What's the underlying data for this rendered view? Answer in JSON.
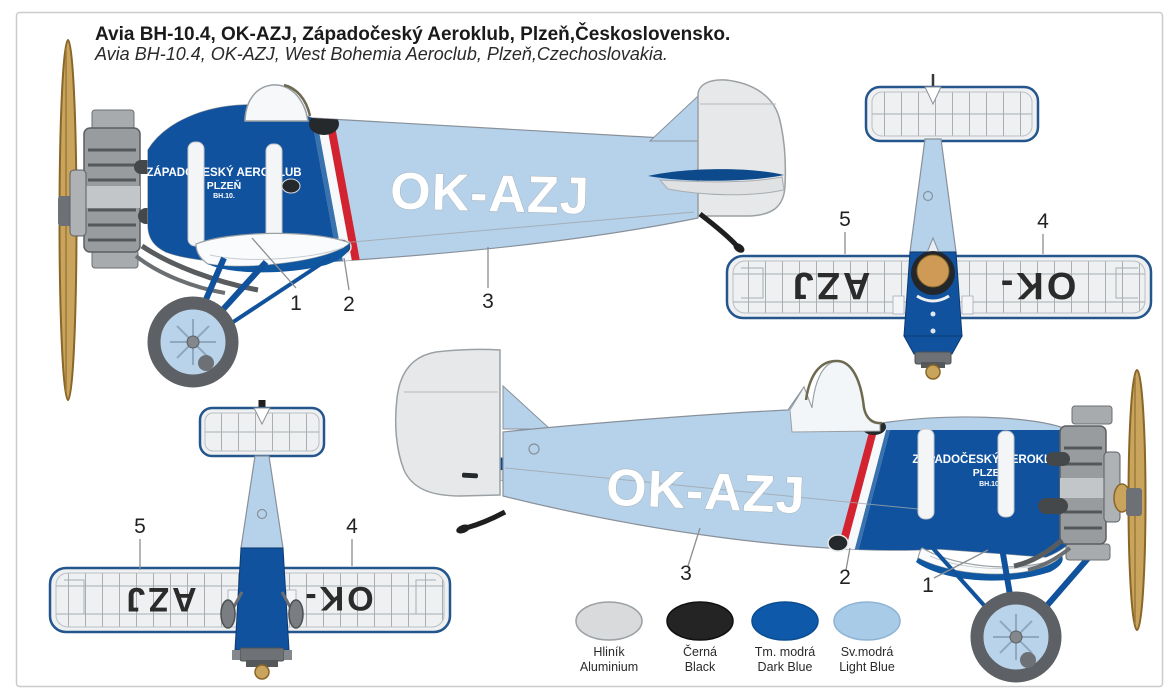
{
  "title": {
    "czech": "Avia BH-10.4, OK-AZJ, Západočeský Aeroklub, Plzeň,Československo.",
    "english": "Avia BH-10.4, OK-AZJ, West Bohemia Aeroclub, Plzeň,Czechoslovakia."
  },
  "markings": {
    "registration": "OK-AZJ",
    "wing_left": "AZJ",
    "wing_right": "OK-",
    "club_line1": "ZÁPADOČESKÝ AEROKLUB",
    "club_line2": "PLZEŇ",
    "club_line3": "BH.10."
  },
  "callouts": {
    "left_profile": [
      "1",
      "2",
      "3"
    ],
    "top_view": [
      "5",
      "4"
    ],
    "bottom_view": [
      "5",
      "4"
    ],
    "right_profile": [
      "3",
      "2",
      "1"
    ]
  },
  "legend": {
    "items": [
      {
        "name_cs": "Hliník",
        "name_en": "Aluminium",
        "color": "#d8dadc"
      },
      {
        "name_cs": "Černá",
        "name_en": "Black",
        "color": "#242424"
      },
      {
        "name_cs": "Tm. modrá",
        "name_en": "Dark Blue",
        "color": "#0e59a9"
      },
      {
        "name_cs": "Sv.modrá",
        "name_en": "Light Blue",
        "color": "#a8cbe8"
      }
    ]
  },
  "palette": {
    "dark_blue": "#11529f",
    "light_blue": "#b6d2ea",
    "aluminium": "#e6e8e9",
    "stripe_red": "#d42330",
    "stripe_white": "#f6f8f9",
    "propeller_tan": "#c9a45c"
  }
}
